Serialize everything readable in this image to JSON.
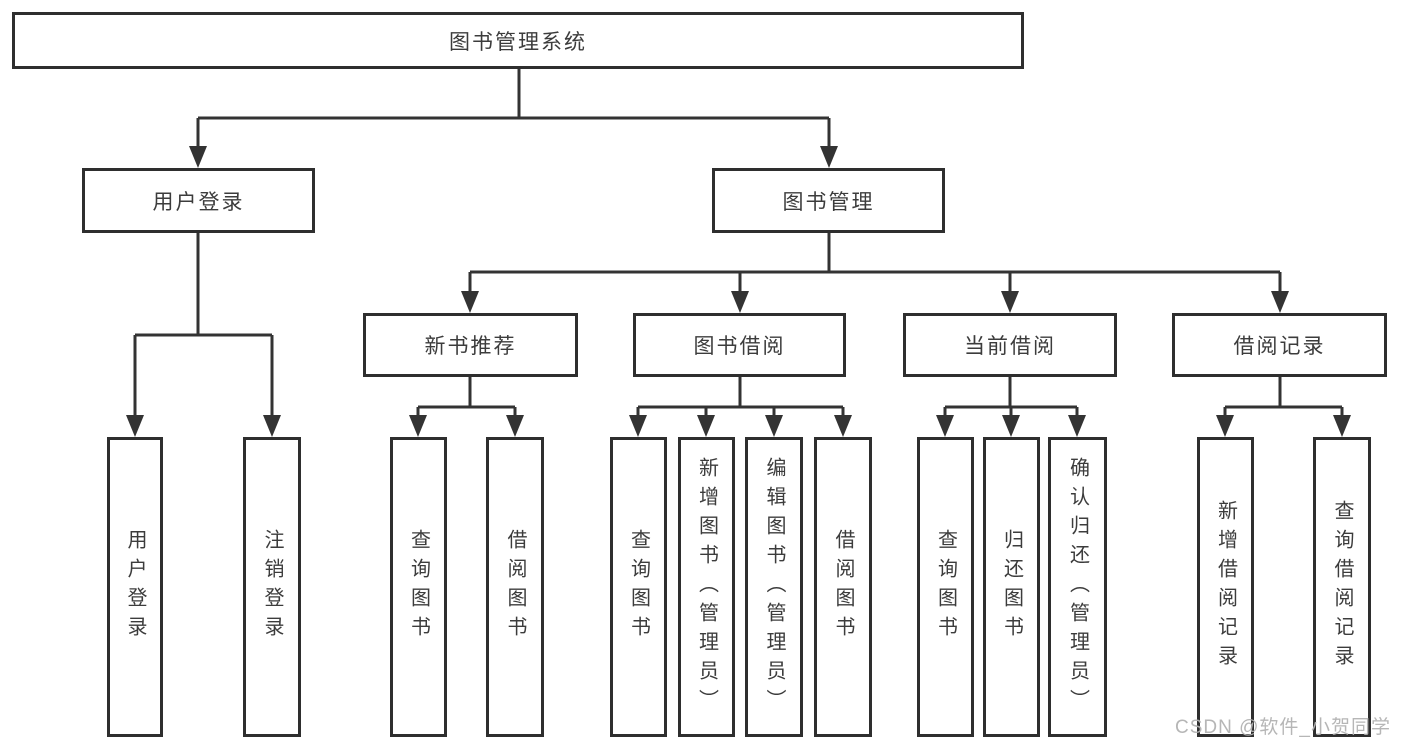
{
  "tree": {
    "root": {
      "label": "图书管理系统"
    },
    "branches": [
      {
        "label": "用户登录",
        "children": [
          {
            "label": "用户登录"
          },
          {
            "label": "注销登录"
          }
        ]
      },
      {
        "label": "图书管理",
        "children": [
          {
            "label": "新书推荐",
            "children": [
              {
                "label": "查询图书"
              },
              {
                "label": "借阅图书"
              }
            ]
          },
          {
            "label": "图书借阅",
            "children": [
              {
                "label": "查询图书"
              },
              {
                "label": "新增图书（管理员）"
              },
              {
                "label": "编辑图书（管理员）"
              },
              {
                "label": "借阅图书"
              }
            ]
          },
          {
            "label": "当前借阅",
            "children": [
              {
                "label": "查询图书"
              },
              {
                "label": "归还图书"
              },
              {
                "label": "确认归还（管理员）"
              }
            ]
          },
          {
            "label": "借阅记录",
            "children": [
              {
                "label": "新增借阅记录"
              },
              {
                "label": "查询借阅记录"
              }
            ]
          }
        ]
      }
    ]
  },
  "watermark": {
    "text": "CSDN @软件_小贺同学"
  },
  "colors": {
    "line": "#333333",
    "box_border": "#2e2e2e",
    "text": "#3c3c3c",
    "watermark": "#b2b2b2",
    "background": "#ffffff"
  }
}
